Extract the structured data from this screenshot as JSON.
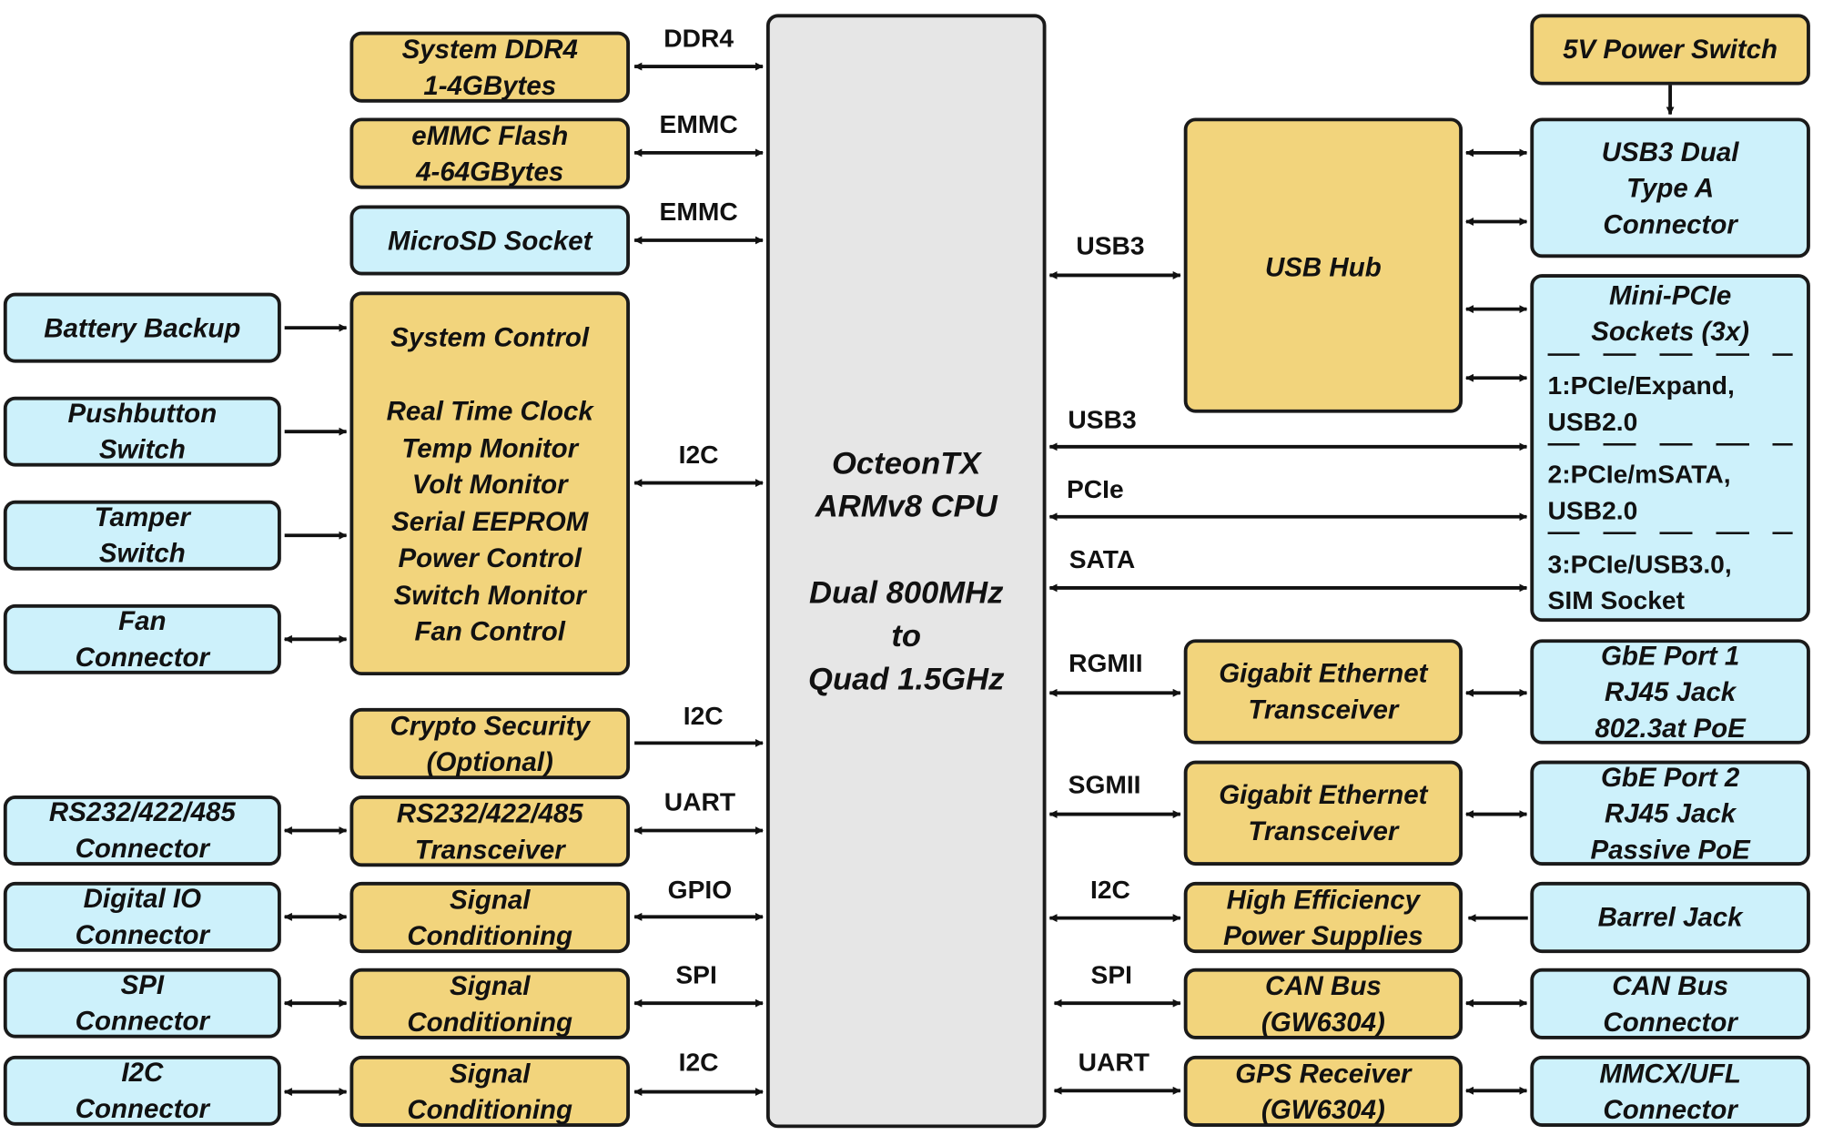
{
  "cpu": {
    "text": "OcteonTX\nARMv8 CPU\n\nDual 800MHz\nto\nQuad 1.5GHz"
  },
  "left_inner": {
    "ddr4": "System DDR4\n1-4GBytes",
    "emmc": "eMMC Flash\n4-64GBytes",
    "microsd": "MicroSD Socket",
    "system_control": "System Control\n\nReal Time Clock\nTemp Monitor\nVolt Monitor\nSerial EEPROM\nPower Control\nSwitch Monitor\nFan Control",
    "crypto": "Crypto Security\n(Optional)",
    "rs232_transceiver": "RS232/422/485\nTransceiver",
    "signal_1": "Signal\nConditioning",
    "signal_2": "Signal\nConditioning",
    "signal_3": "Signal\nConditioning"
  },
  "left_outer": {
    "battery": "Battery Backup",
    "pushbutton": "Pushbutton\nSwitch",
    "tamper": "Tamper\nSwitch",
    "fan": "Fan\nConnector",
    "rs232_connector": "RS232/422/485\nConnector",
    "digital_io": "Digital IO\nConnector",
    "spi": "SPI\nConnector",
    "i2c": "I2C\nConnector"
  },
  "right_inner": {
    "usb_hub": "USB Hub",
    "gige_1": "Gigabit Ethernet\nTransceiver",
    "gige_2": "Gigabit Ethernet\nTransceiver",
    "power": "High Efficiency\nPower Supplies",
    "can": "CAN Bus\n(GW6304)",
    "gps": "GPS Receiver\n(GW6304)"
  },
  "right_outer": {
    "power_switch": "5V Power Switch",
    "usb3_dual": "USB3 Dual\nType A\nConnector",
    "mini_pcie": {
      "title": "Mini-PCIe\nSockets (3x)",
      "items": [
        "1:PCIe/Expand,\nUSB2.0",
        "2:PCIe/mSATA,\nUSB2.0",
        "3:PCIe/USB3.0,\nSIM Socket"
      ]
    },
    "gbe_1": "GbE Port 1\nRJ45 Jack\n802.3at PoE",
    "gbe_2": "GbE Port 2\nRJ45 Jack\nPassive PoE",
    "barrel": "Barrel Jack",
    "can_connector": "CAN Bus\nConnector",
    "mmcx": "MMCX/UFL\nConnector"
  },
  "bus_labels": {
    "ddr4": "DDR4",
    "emmc_1": "EMMC",
    "emmc_2": "EMMC",
    "i2c_sys": "I2C",
    "i2c_crypto": "I2C",
    "uart_left": "UART",
    "gpio": "GPIO",
    "spi_left": "SPI",
    "i2c_left": "I2C",
    "usb3_hub": "USB3",
    "usb3_direct": "USB3",
    "pcie": "PCIe",
    "sata": "SATA",
    "rgmii": "RGMII",
    "sgmii": "SGMII",
    "i2c_right": "I2C",
    "spi_right": "SPI",
    "uart_right": "UART"
  },
  "colors": {
    "yellow": "#f2d47c",
    "blue": "#cdf1fb",
    "gray": "#e6e6e6",
    "line": "#111111"
  }
}
